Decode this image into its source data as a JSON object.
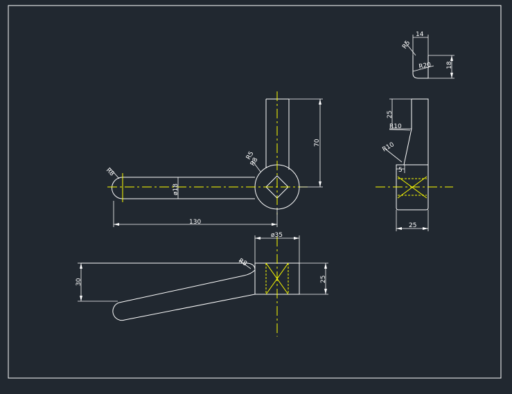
{
  "drawing": {
    "colors": {
      "background": "#212830",
      "outline": "#ffffff",
      "centerline": "#ffff00"
    },
    "top_view": {
      "radius_end_label": "R8",
      "hole_dia_label": "ø18",
      "radius_small_label": "R5",
      "radius_joint_label": "R8",
      "length_label": "130",
      "height_label": "70"
    },
    "front_view": {
      "hub_dia_label": "ø35",
      "radius_label": "R8",
      "left_height_label": "30",
      "hub_height_label": "25"
    },
    "side_view": {
      "top_height_label": "25",
      "r10a_label": "R10",
      "r10b_label": "R10",
      "slot_label": "5",
      "width_label": "25"
    },
    "detail_view": {
      "width_label": "14",
      "chamfer_label": "R5",
      "radius_label": "R20",
      "height_label": "18"
    }
  }
}
